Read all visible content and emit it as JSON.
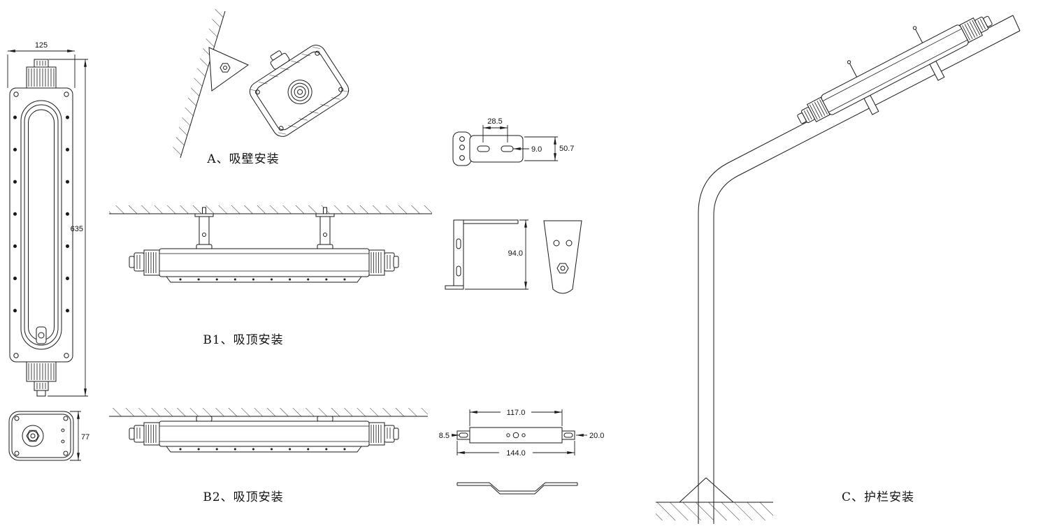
{
  "views": {
    "front": {
      "width_dim": "125",
      "length_dim": "635"
    },
    "side": {
      "height_dim": "77"
    },
    "wall_mount": {
      "label": "A、吸壁安装"
    },
    "wall_bracket": {
      "hole_spacing": "28.5",
      "slot_width": "9.0",
      "overall": "50.7"
    },
    "ceiling_mount_1": {
      "label": "B1、吸顶安装"
    },
    "ceiling_bracket": {
      "height": "94.0"
    },
    "ceiling_mount_2": {
      "label": "B2、吸顶安装"
    },
    "mount_plate": {
      "inner_span": "117.0",
      "outer_span": "144.0",
      "slot_width": "8.5",
      "end_width": "20.0"
    },
    "pole_mount": {
      "label": "C、护栏安装"
    }
  }
}
